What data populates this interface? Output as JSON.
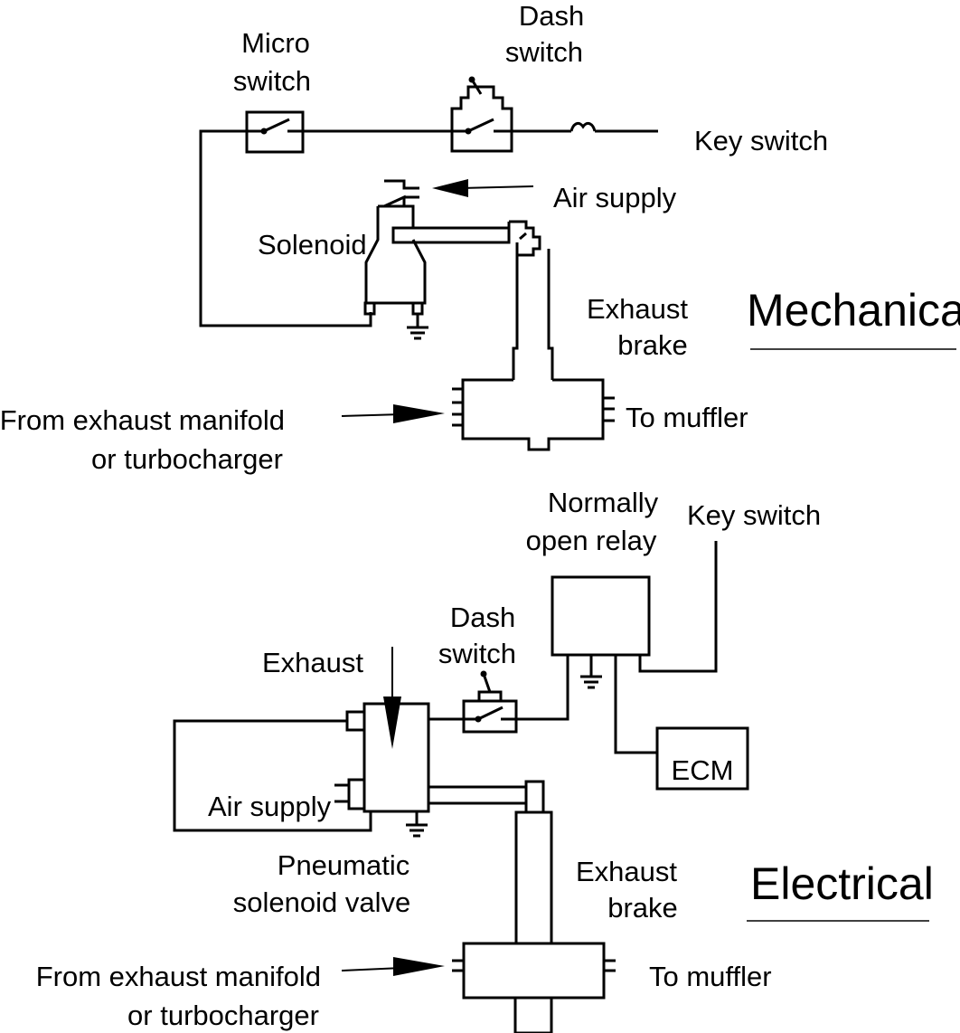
{
  "mechanical": {
    "title": "Mechanical",
    "micro_switch": [
      "Micro",
      "switch"
    ],
    "dash_switch": [
      "Dash",
      "switch"
    ],
    "key_switch": "Key switch",
    "air_supply": "Air supply",
    "solenoid": "Solenoid",
    "exhaust_brake": [
      "Exhaust",
      "brake"
    ],
    "from_exhaust": [
      "From exhaust manifold",
      "or turbocharger"
    ],
    "to_muffler": "To muffler"
  },
  "electrical": {
    "title": "Electrical",
    "relay": [
      "Normally",
      "open relay"
    ],
    "key_switch": "Key switch",
    "dash_switch": [
      "Dash",
      "switch"
    ],
    "exhaust": "Exhaust",
    "ecm": "ECM",
    "air_supply": "Air supply",
    "valve": [
      "Pneumatic",
      "solenoid valve"
    ],
    "exhaust_brake": [
      "Exhaust",
      "brake"
    ],
    "from_exhaust": [
      "From exhaust manifold",
      "or turbocharger"
    ],
    "to_muffler": "To muffler"
  }
}
